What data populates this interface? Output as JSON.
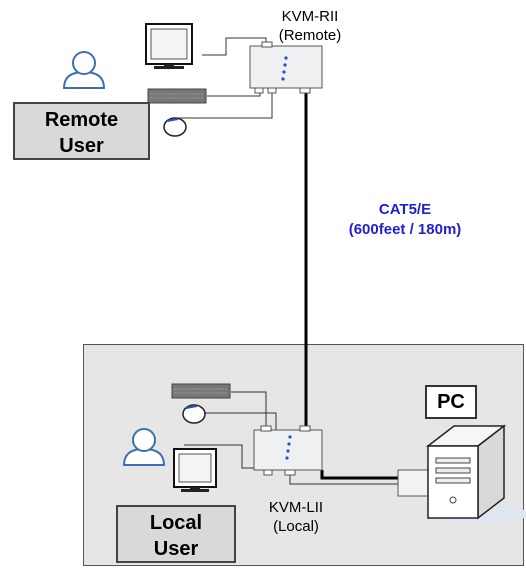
{
  "remote_device": {
    "name": "KVM-RII",
    "location": "(Remote)"
  },
  "local_device": {
    "name": "KVM-LII",
    "location": "(Local)"
  },
  "remote_user": {
    "line1": "Remote",
    "line2": "User"
  },
  "local_user": {
    "line1": "Local",
    "line2": "User"
  },
  "cable": {
    "line1": "CAT5/E",
    "line2": "(600feet / 180m)",
    "color": "#1f1fd0"
  },
  "pc": {
    "label": "PC"
  },
  "colors": {
    "local_zone": "#e6e6e6",
    "label_box": "#d9d9d9",
    "person_outline": "#3d6fb6"
  }
}
